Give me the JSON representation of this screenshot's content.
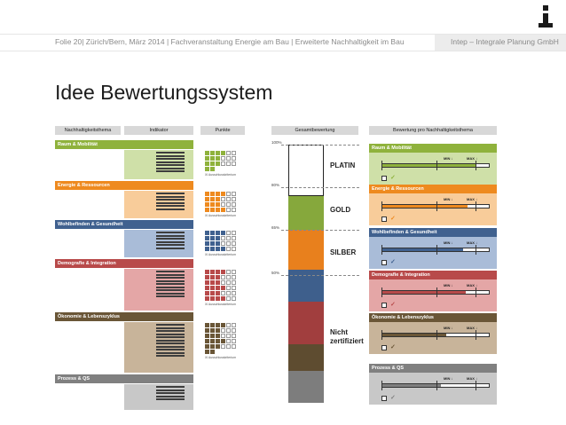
{
  "header": {
    "left": "Folie 20|   Zürich/Bern, März 2014   |   Fachveranstaltung Energie am Bau   |   Erweiterte Nachhaltigkeit im Bau",
    "right": "Intep – Integrale Planung GmbH"
  },
  "title": "Idee Bewertungssystem",
  "columns": {
    "theme": "Nachhaltigkeitsthema",
    "indicator": "Indikator",
    "points": "Punkte",
    "overall": "Gesamtbewertung",
    "per_theme": "Bewertung pro Nachhaltigkeitsthema"
  },
  "themes": [
    {
      "name": "Raum & Mobilität",
      "color": "#8fb23c",
      "light": "#cfe0a8"
    },
    {
      "name": "Energie & Ressourcen",
      "color": "#ee8a1f",
      "light": "#f8cc9a"
    },
    {
      "name": "Wohlbefinden & Gesundheit",
      "color": "#40618f",
      "light": "#a9bcd8"
    },
    {
      "name": "Demografie & Integration",
      "color": "#b84a4a",
      "light": "#e4a6a6"
    },
    {
      "name": "Ökonomie & Lebenszyklus",
      "color": "#6a5637",
      "light": "#c8b49a"
    },
    {
      "name": "Prozess & QS",
      "color": "#808080",
      "light": "#c8c8c8"
    }
  ],
  "points_legend": "Ausschlusskriterium",
  "overall": {
    "levels": [
      "PLATIN",
      "GOLD",
      "SILBER",
      "Nicht",
      "zertifiziert"
    ],
    "percentages": [
      "100%",
      "80%",
      "65%",
      "50%"
    ]
  },
  "per_theme": {
    "min": "MIN",
    "max": "MAX",
    "check": "✓"
  }
}
